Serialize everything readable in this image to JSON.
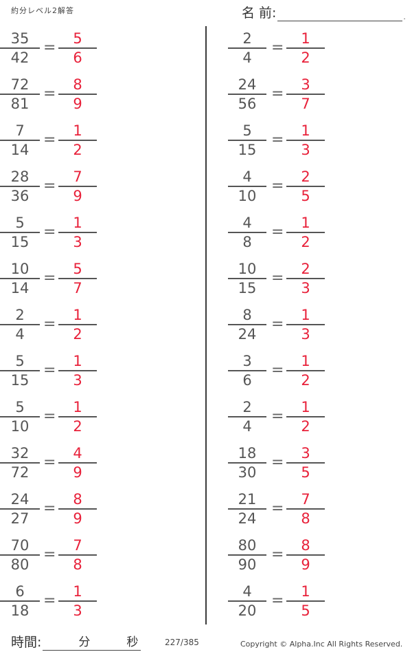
{
  "header": {
    "title": "約分レベル2解答",
    "name_label": "名 前:",
    "name_value": ""
  },
  "colors": {
    "question": "#555555",
    "answer": "#e8213a",
    "line": "#3a3a3a"
  },
  "problems": {
    "left": [
      {
        "q_num": "35",
        "q_den": "42",
        "a_num": "5",
        "a_den": "6"
      },
      {
        "q_num": "72",
        "q_den": "81",
        "a_num": "8",
        "a_den": "9"
      },
      {
        "q_num": "7",
        "q_den": "14",
        "a_num": "1",
        "a_den": "2"
      },
      {
        "q_num": "28",
        "q_den": "36",
        "a_num": "7",
        "a_den": "9"
      },
      {
        "q_num": "5",
        "q_den": "15",
        "a_num": "1",
        "a_den": "3"
      },
      {
        "q_num": "10",
        "q_den": "14",
        "a_num": "5",
        "a_den": "7"
      },
      {
        "q_num": "2",
        "q_den": "4",
        "a_num": "1",
        "a_den": "2"
      },
      {
        "q_num": "5",
        "q_den": "15",
        "a_num": "1",
        "a_den": "3"
      },
      {
        "q_num": "5",
        "q_den": "10",
        "a_num": "1",
        "a_den": "2"
      },
      {
        "q_num": "32",
        "q_den": "72",
        "a_num": "4",
        "a_den": "9"
      },
      {
        "q_num": "24",
        "q_den": "27",
        "a_num": "8",
        "a_den": "9"
      },
      {
        "q_num": "70",
        "q_den": "80",
        "a_num": "7",
        "a_den": "8"
      },
      {
        "q_num": "6",
        "q_den": "18",
        "a_num": "1",
        "a_den": "3"
      }
    ],
    "right": [
      {
        "q_num": "2",
        "q_den": "4",
        "a_num": "1",
        "a_den": "2"
      },
      {
        "q_num": "24",
        "q_den": "56",
        "a_num": "3",
        "a_den": "7"
      },
      {
        "q_num": "5",
        "q_den": "15",
        "a_num": "1",
        "a_den": "3"
      },
      {
        "q_num": "4",
        "q_den": "10",
        "a_num": "2",
        "a_den": "5"
      },
      {
        "q_num": "4",
        "q_den": "8",
        "a_num": "1",
        "a_den": "2"
      },
      {
        "q_num": "10",
        "q_den": "15",
        "a_num": "2",
        "a_den": "3"
      },
      {
        "q_num": "8",
        "q_den": "24",
        "a_num": "1",
        "a_den": "3"
      },
      {
        "q_num": "3",
        "q_den": "6",
        "a_num": "1",
        "a_den": "2"
      },
      {
        "q_num": "2",
        "q_den": "4",
        "a_num": "1",
        "a_den": "2"
      },
      {
        "q_num": "18",
        "q_den": "30",
        "a_num": "3",
        "a_den": "5"
      },
      {
        "q_num": "21",
        "q_den": "24",
        "a_num": "7",
        "a_den": "8"
      },
      {
        "q_num": "80",
        "q_den": "90",
        "a_num": "8",
        "a_den": "9"
      },
      {
        "q_num": "4",
        "q_den": "20",
        "a_num": "1",
        "a_den": "5"
      }
    ],
    "equals": "="
  },
  "footer": {
    "time_label": "時間:",
    "minutes_label": "分",
    "seconds_label": "秒",
    "page": "227/385",
    "copyright": "Copyright ©  Alpha.Inc All Rights Reserved."
  }
}
